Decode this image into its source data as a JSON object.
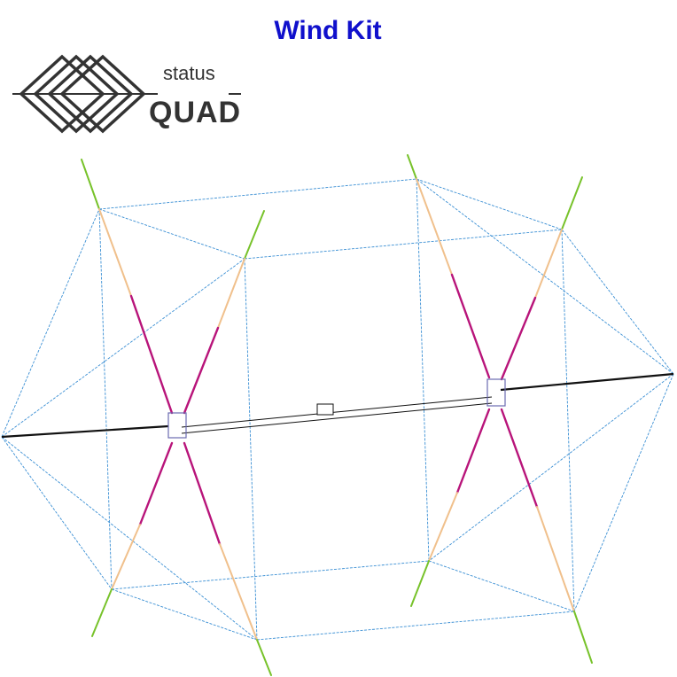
{
  "header": {
    "title": "Wind Kit",
    "title_color": "#1010cc"
  },
  "logo": {
    "line1": "status",
    "line2": "QUAD",
    "color": "#333333"
  },
  "diagram": {
    "rod_tip_color": "#77c22a",
    "rod_mid_color": "#f0c08c",
    "rod_core_color": "#b8147a",
    "line_color": "#3a8fd4",
    "spine_color": "#111111"
  }
}
